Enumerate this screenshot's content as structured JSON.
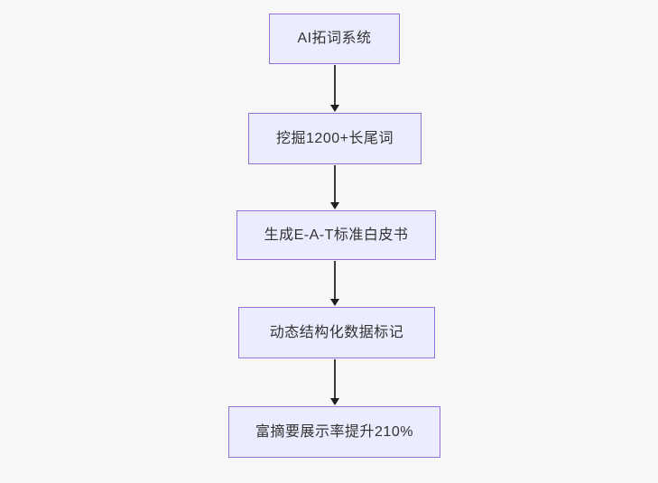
{
  "page": {
    "background_color": "#f7f7f7"
  },
  "chart_data": {
    "type": "flowchart",
    "direction": "top-down",
    "node_fill_color": "#ececff",
    "node_border_color": "#9370db",
    "text_color": "#333333",
    "arrow_color": "#333333",
    "nodes": [
      {
        "id": "n1",
        "label": "AI拓词系统"
      },
      {
        "id": "n2",
        "label": "挖掘1200+长尾词"
      },
      {
        "id": "n3",
        "label": "生成E-A-T标准白皮书"
      },
      {
        "id": "n4",
        "label": "动态结构化数据标记"
      },
      {
        "id": "n5",
        "label": "富摘要展示率提升210%"
      }
    ],
    "edges": [
      {
        "from": "n1",
        "to": "n2"
      },
      {
        "from": "n2",
        "to": "n3"
      },
      {
        "from": "n3",
        "to": "n4"
      },
      {
        "from": "n4",
        "to": "n5"
      }
    ]
  }
}
